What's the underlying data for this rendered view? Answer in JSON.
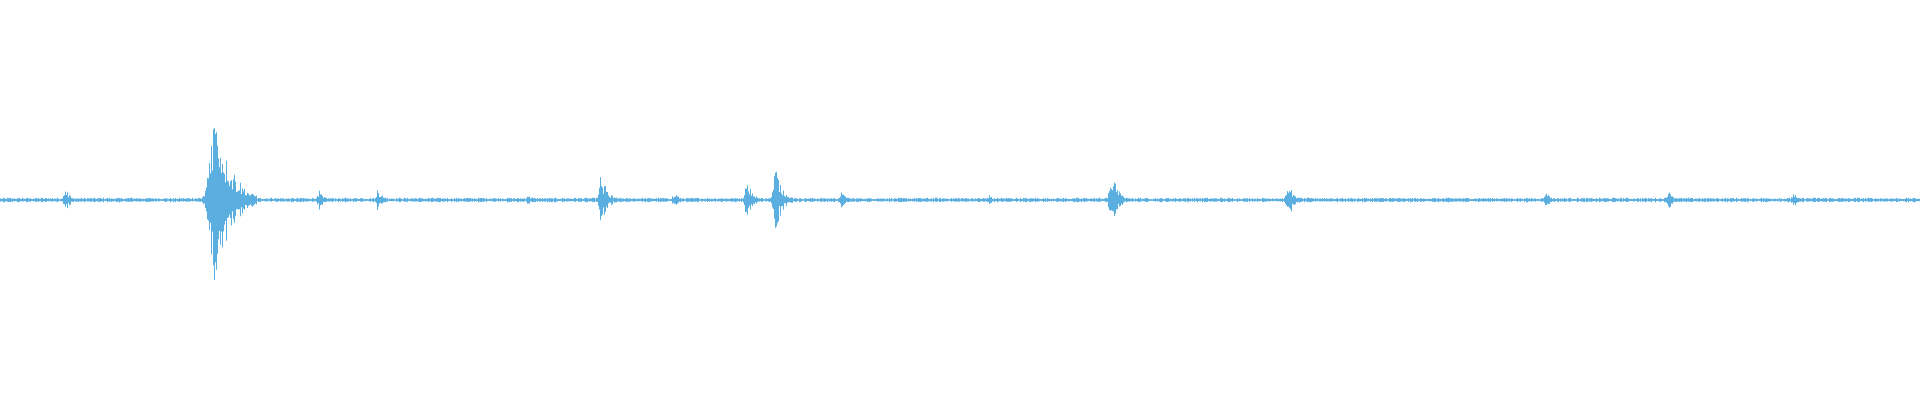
{
  "waveform": {
    "color": "#5aaee0",
    "background": "#ffffff",
    "duration_fraction_total": 1.0,
    "baseline_amplitude": 0.01,
    "events": [
      {
        "position": 0.034,
        "amplitude": 0.06
      },
      {
        "position": 0.112,
        "amplitude": 0.55
      },
      {
        "position": 0.166,
        "amplitude": 0.05
      },
      {
        "position": 0.197,
        "amplitude": 0.06
      },
      {
        "position": 0.275,
        "amplitude": 0.03
      },
      {
        "position": 0.313,
        "amplitude": 0.14
      },
      {
        "position": 0.351,
        "amplitude": 0.04
      },
      {
        "position": 0.389,
        "amplitude": 0.1
      },
      {
        "position": 0.404,
        "amplitude": 0.17
      },
      {
        "position": 0.438,
        "amplitude": 0.05
      },
      {
        "position": 0.515,
        "amplitude": 0.03
      },
      {
        "position": 0.579,
        "amplitude": 0.14
      },
      {
        "position": 0.671,
        "amplitude": 0.09
      },
      {
        "position": 0.805,
        "amplitude": 0.04
      },
      {
        "position": 0.869,
        "amplitude": 0.05
      },
      {
        "position": 0.934,
        "amplitude": 0.04
      }
    ]
  }
}
